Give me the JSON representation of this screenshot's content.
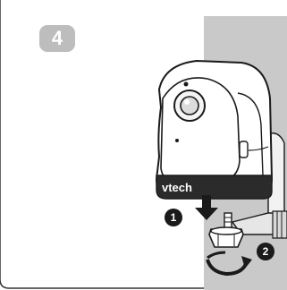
{
  "step": {
    "number": "4"
  },
  "callouts": {
    "first": "1",
    "second": "2"
  },
  "logo": {
    "text": "vtech"
  },
  "colors": {
    "wall": "#c9c9c9",
    "badge": "#bdbdbd",
    "outline": "#1a1a1a",
    "frame": "#333333"
  }
}
